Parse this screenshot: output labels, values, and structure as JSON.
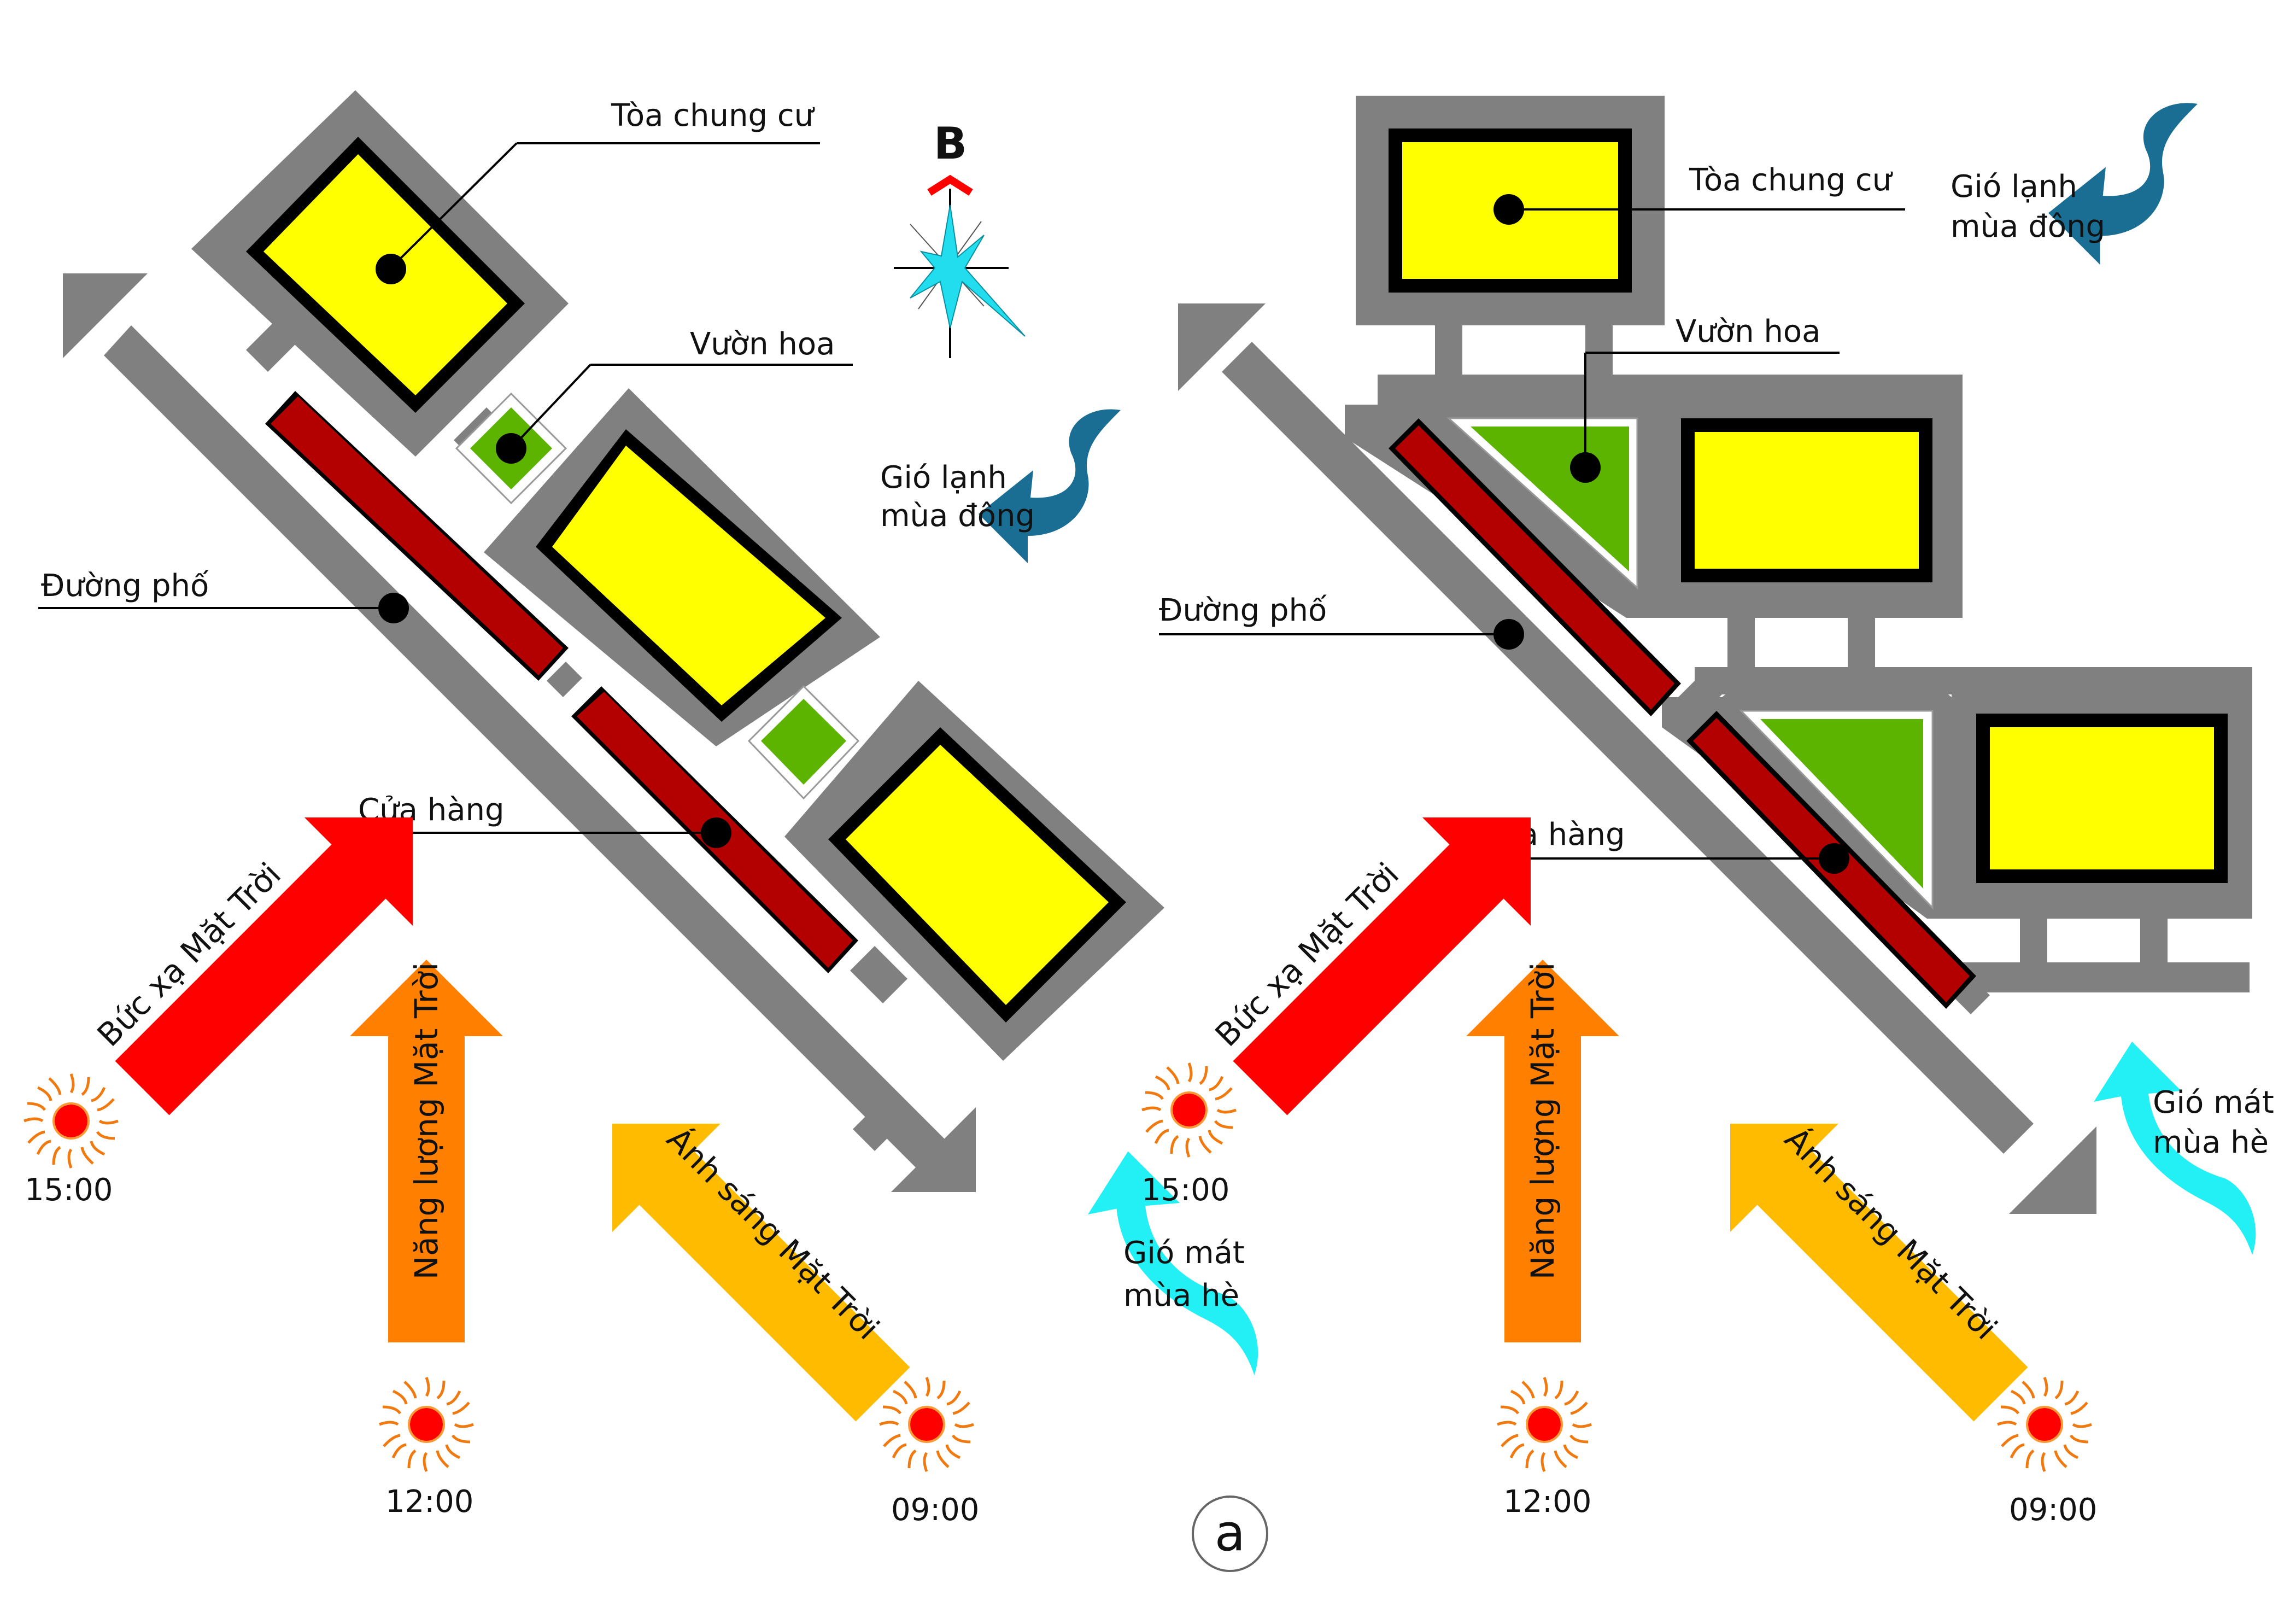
{
  "left": {
    "apartment": "Tòa chung cư",
    "garden": "Vườn hoa",
    "street": "Đường phố",
    "shop": "Cửa hàng",
    "winter_wind": [
      "Gió lạnh",
      "mùa đông"
    ],
    "summer_wind": [
      "Gió mát",
      "mùa hè"
    ],
    "radiation": "Bức xạ Mặt Trời",
    "energy": "Năng lượng Mặt Trời",
    "light": "Ánh sáng Mặt Trời",
    "time_15": "15:00",
    "time_12": "12:00",
    "time_09": "09:00"
  },
  "right": {
    "apartment": "Tòa chung cư",
    "garden": "Vườn hoa",
    "street": "Đường phố",
    "shop": "Cửa hàng",
    "winter_wind": [
      "Gió lạnh",
      "mùa đông"
    ],
    "summer_wind": [
      "Gió mát",
      "mùa hè"
    ],
    "radiation": "Bức xạ Mặt Trời",
    "energy": "Năng lượng Mặt Trời",
    "light": "Ánh sáng Mặt Trời",
    "time_15": "15:00",
    "time_12": "12:00",
    "time_09": "09:00"
  },
  "compass": {
    "north": "B"
  },
  "figure_label": "a",
  "colors": {
    "building": "#ffff00",
    "road": "#808080",
    "shop": "#b30000",
    "garden": "#5cb300",
    "winter_wind": "#1a6e94",
    "summer_wind": "#22f0f5",
    "sun_radiation": "#ff0000",
    "sun_energy": "#ff8000",
    "sun_light": "#ffbb00",
    "compass_star": "#22ddee",
    "compass_north": "#ff0000"
  },
  "icons": [
    "sun-icon",
    "compass-rose-icon",
    "winter-wind-arrow-icon",
    "summer-wind-arrow-icon"
  ]
}
